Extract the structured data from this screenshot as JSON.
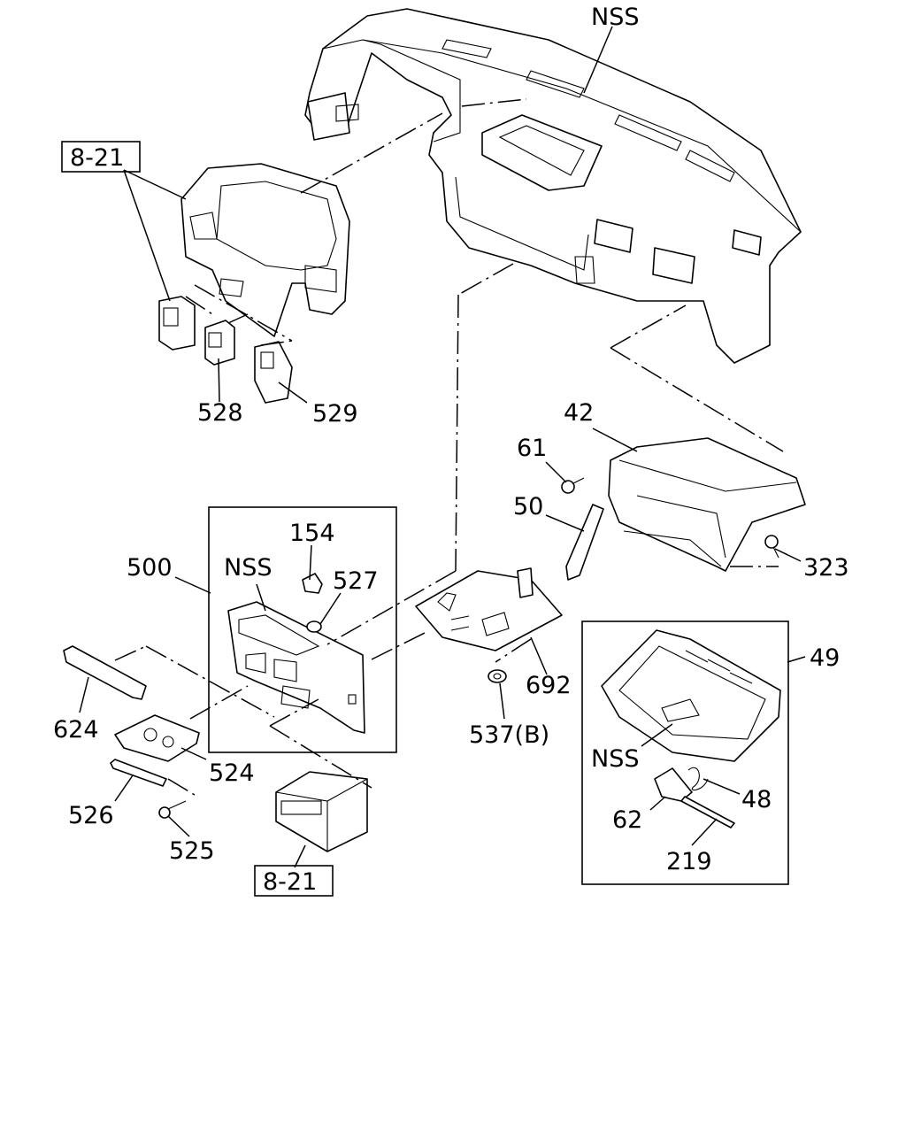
{
  "callouts": {
    "nss_dash": "NSS",
    "ref_top": "8-21",
    "p528": "528",
    "p529": "529",
    "p42": "42",
    "p61": "61",
    "p50": "50",
    "p323": "323",
    "p154": "154",
    "p500": "500",
    "nss_bezel": "NSS",
    "p527": "527",
    "p624": "624",
    "p692": "692",
    "p49": "49",
    "p537": "537(B)",
    "p524": "524",
    "nss_glovebox": "NSS",
    "p48": "48",
    "p526": "526",
    "p62": "62",
    "p525": "525",
    "p219": "219",
    "ref_bottom": "8-21"
  }
}
